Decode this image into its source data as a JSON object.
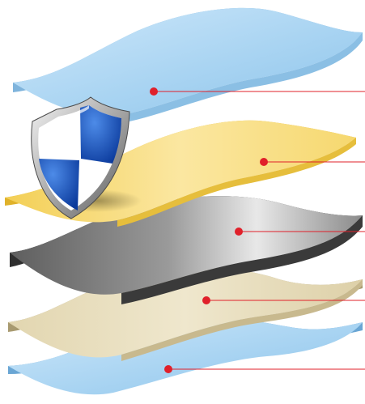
{
  "diagram": {
    "layers": [
      {
        "id": "top-blue",
        "color": "#a9d4f2",
        "edge": "#7fb4dc"
      },
      {
        "id": "yellow",
        "color": "#f5dc82",
        "edge": "#e0b93a"
      },
      {
        "id": "gray",
        "color": "#8e8e8e",
        "edge": "#3d3d3d"
      },
      {
        "id": "beige",
        "color": "#e6dcbc",
        "edge": "#b8aa84"
      },
      {
        "id": "bottom-blue",
        "color": "#a9d4f2",
        "edge": "#7fb4dc"
      }
    ],
    "callout_color": "#e0202a",
    "shield": {
      "icon": "shield-icon",
      "colors": [
        "#1a55c0",
        "#ffffff"
      ]
    }
  }
}
